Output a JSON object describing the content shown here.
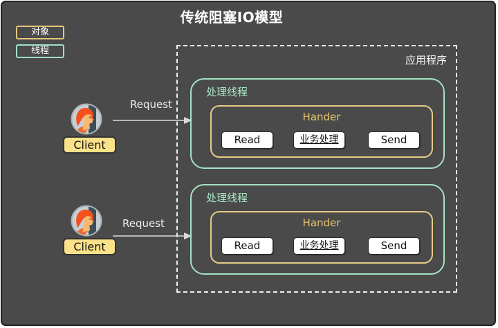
{
  "title": "传统阻塞IO模型",
  "legend": {
    "object_label": "对象",
    "thread_label": "线程"
  },
  "application": {
    "label": "应用程序"
  },
  "clients": [
    {
      "label": "Client",
      "request_label": "Request"
    },
    {
      "label": "Client",
      "request_label": "Request"
    }
  ],
  "thread_boxes": [
    {
      "label": "处理线程",
      "handler": {
        "label": "Hander",
        "buttons": [
          "Read",
          "业务处理",
          "Send"
        ]
      }
    },
    {
      "label": "处理线程",
      "handler": {
        "label": "Hander",
        "buttons": [
          "Read",
          "业务处理",
          "Send"
        ]
      }
    }
  ],
  "colors": {
    "background": "#4a4a4a",
    "title_text": "#ffffff",
    "object_border": "#e3c77c",
    "thread_border": "#9fe0c2",
    "handler_border": "#e6cc86",
    "handler_text": "#e9c56d",
    "thread_label_text": "#abe7c8",
    "client_label_bg": "#fbe289",
    "button_bg": "#ffffff",
    "arrow": "#d9d9d9",
    "dashed_border": "#f0f0f0"
  }
}
